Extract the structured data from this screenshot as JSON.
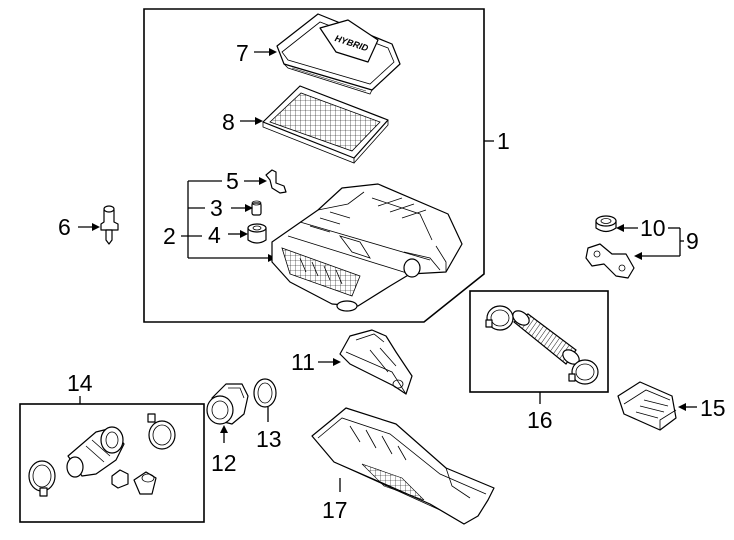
{
  "callouts": {
    "c1": "1",
    "c2": "2",
    "c3": "3",
    "c4": "4",
    "c5": "5",
    "c6": "6",
    "c7": "7",
    "c8": "8",
    "c9": "9",
    "c10": "10",
    "c11": "11",
    "c12": "12",
    "c13": "13",
    "c14": "14",
    "c15": "15",
    "c16": "16",
    "c17": "17"
  },
  "cover_emblem": "HYBRID",
  "parts": [
    "air-cleaner-assembly",
    "insert-group",
    "grommet",
    "bushing",
    "bracket",
    "push-pin",
    "upper-cover",
    "filter-element",
    "mount-bracket-group",
    "rubber-grommet",
    "intake-duct",
    "mass-airflow-sensor",
    "seal-ring",
    "resonator-hose-kit",
    "control-module",
    "outlet-hose-kit",
    "air-deflector"
  ]
}
